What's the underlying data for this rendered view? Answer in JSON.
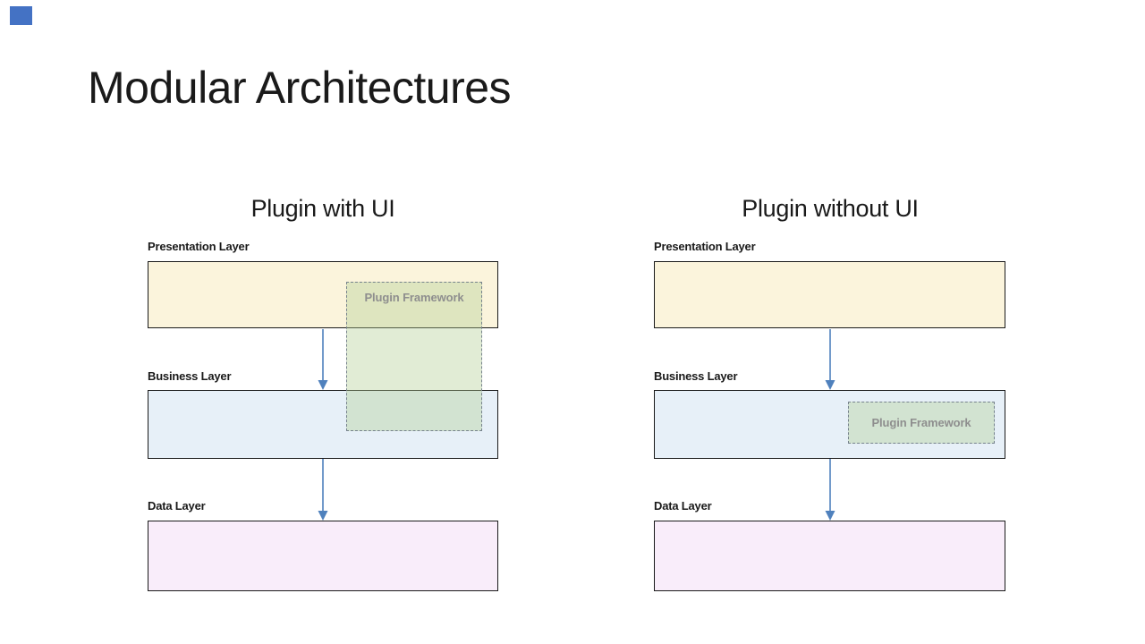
{
  "slide": {
    "title": "Modular Architectures"
  },
  "diagrams": [
    {
      "heading": "Plugin with UI",
      "layers": [
        {
          "label": "Presentation Layer"
        },
        {
          "label": "Business Layer"
        },
        {
          "label": "Data Layer"
        }
      ],
      "plugin_framework": {
        "label": "Plugin Framework"
      }
    },
    {
      "heading": "Plugin without UI",
      "layers": [
        {
          "label": "Presentation Layer"
        },
        {
          "label": "Business Layer"
        },
        {
          "label": "Data Layer"
        }
      ],
      "plugin_framework": {
        "label": "Plugin Framework"
      }
    }
  ],
  "colors": {
    "accent": "#4472C4",
    "text": "#1a1a1a",
    "presentation_fill": "#FBF4DC",
    "business_fill": "#E7F0F8",
    "data_fill": "#F9EDFA",
    "plugin_fill": "rgba(176, 206, 144, 0.38)",
    "dashed_border": "#76828c",
    "box_border": "#1a1a1a",
    "framework_text": "#8e8e8e",
    "arrow": "#4f81bd"
  }
}
